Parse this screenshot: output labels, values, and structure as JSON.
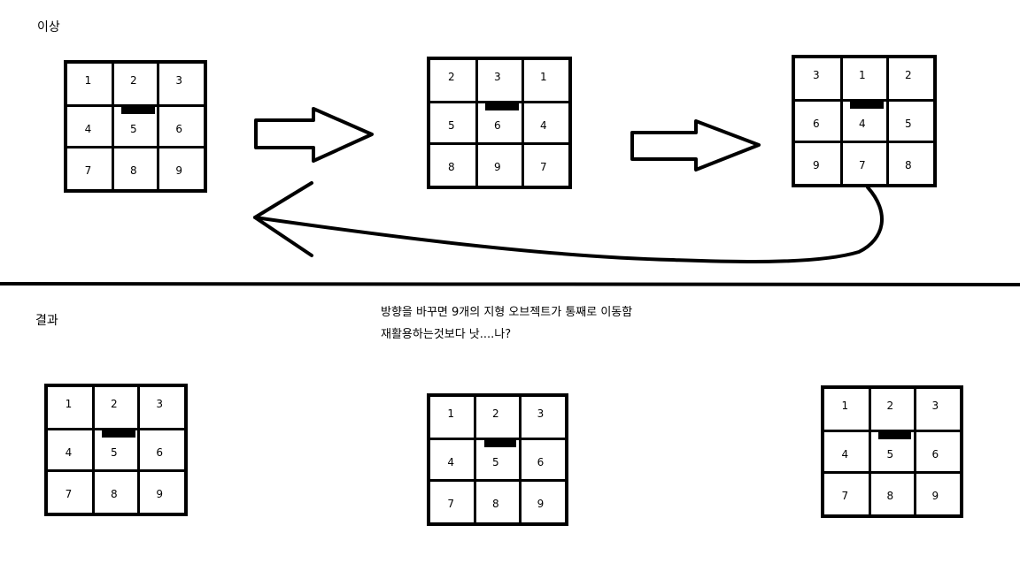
{
  "labels": {
    "ideal": "이상",
    "result": "결과",
    "note_line1": "방향을 바꾸면 9개의 지형 오브젝트가 통째로 이동함",
    "note_line2": "재활용하는것보다 낫....나?"
  },
  "grids": [
    {
      "id": "ideal-1",
      "cells": [
        "1",
        "2",
        "3",
        "4",
        "5",
        "6",
        "7",
        "8",
        "9"
      ]
    },
    {
      "id": "ideal-2",
      "cells": [
        "2",
        "3",
        "1",
        "5",
        "6",
        "4",
        "8",
        "9",
        "7"
      ]
    },
    {
      "id": "ideal-3",
      "cells": [
        "3",
        "1",
        "2",
        "6",
        "4",
        "5",
        "9",
        "7",
        "8"
      ]
    },
    {
      "id": "result-1",
      "cells": [
        "1",
        "2",
        "3",
        "4",
        "5",
        "6",
        "7",
        "8",
        "9"
      ]
    },
    {
      "id": "result-2",
      "cells": [
        "1",
        "2",
        "3",
        "4",
        "5",
        "6",
        "7",
        "8",
        "9"
      ]
    },
    {
      "id": "result-3",
      "cells": [
        "1",
        "2",
        "3",
        "4",
        "5",
        "6",
        "7",
        "8",
        "9"
      ]
    }
  ],
  "colors": {
    "ink": "#000000",
    "background": "#ffffff"
  }
}
